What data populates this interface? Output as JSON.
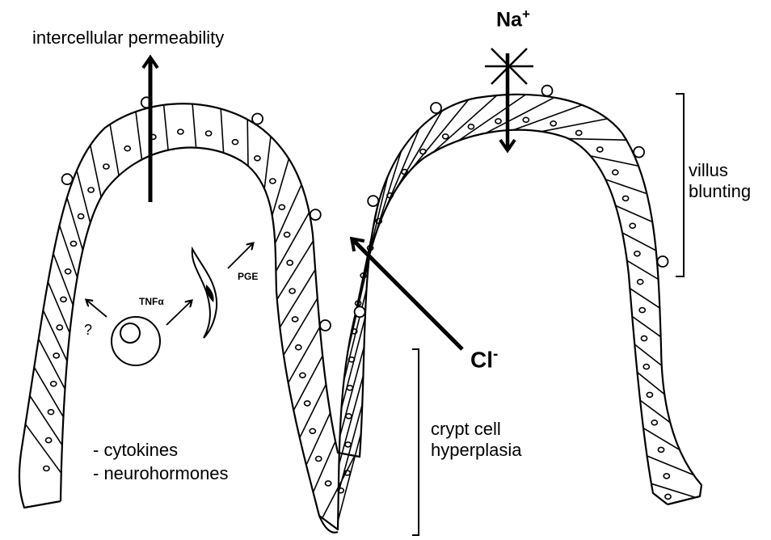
{
  "labels": {
    "intercellular_permeability": "intercellular permeability",
    "na_symbol": "Na",
    "na_charge": "+",
    "cl_symbol": "Cl",
    "cl_charge": "-",
    "villus_line1": "villus",
    "villus_line2": "blunting",
    "crypt_line1": "crypt cell",
    "crypt_line2": "hyperplasia",
    "tnf": "TNFα",
    "pge": "PGE",
    "question": "?",
    "list_item1": "- cytokines",
    "list_item2": "- neurohormones"
  }
}
